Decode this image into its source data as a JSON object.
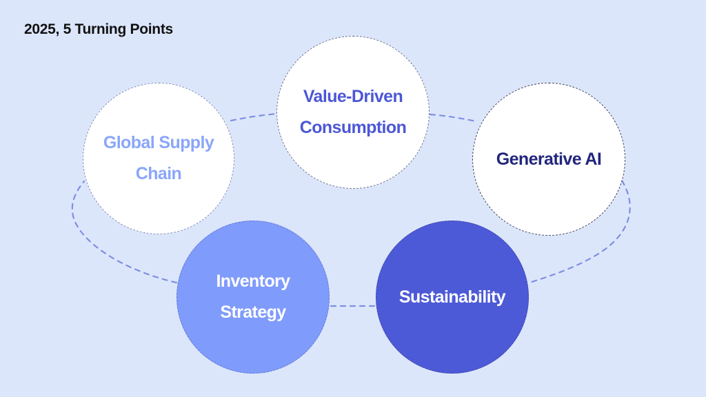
{
  "title": "2025, 5 Turning Points",
  "colors": {
    "background": "#dce6fb",
    "connector": "#7f8fe0",
    "supply_text": "#8aa6fa",
    "value_text": "#4c57d6",
    "genai_text": "#22267c",
    "inventory_fill": "#7f9bfb",
    "sustainability_fill": "#4d5ad7"
  },
  "nodes": {
    "supply_chain": "Global Supply\nChain",
    "value_driven": "Value-Driven\nConsumption",
    "generative_ai": "Generative AI",
    "inventory": "Inventory\nStrategy",
    "sustainability": "Sustainability"
  }
}
